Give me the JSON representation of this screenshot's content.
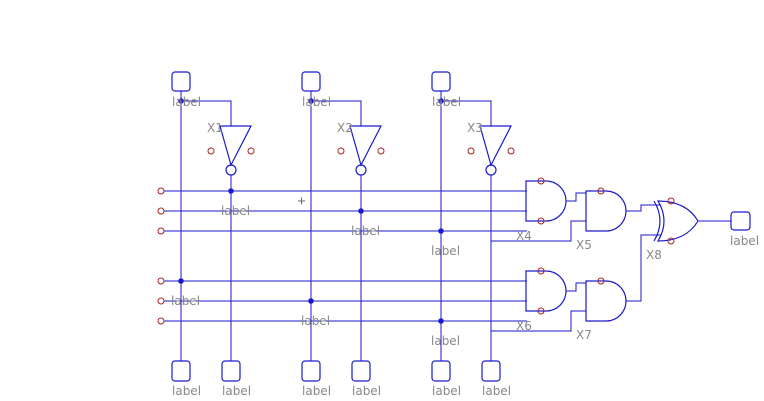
{
  "port_labels": {
    "in1": "label",
    "in2": "label",
    "in3": "label",
    "b1": "label",
    "b2": "label",
    "b3": "label",
    "b4": "label",
    "b5": "label",
    "b6": "label",
    "out": "label"
  },
  "wire_labels": {
    "w1": "label",
    "w2": "label",
    "w3": "label",
    "w4": "label",
    "w5": "label",
    "w6": "label"
  },
  "instances": {
    "x1": "X1",
    "x2": "X2",
    "x3": "X3",
    "x4": "X4",
    "x5": "X5",
    "x6": "X6",
    "x7": "X7",
    "x8": "X8"
  },
  "colors": {
    "wire": "#1a1acc",
    "pin": "#aa2222",
    "text": "#888888"
  }
}
